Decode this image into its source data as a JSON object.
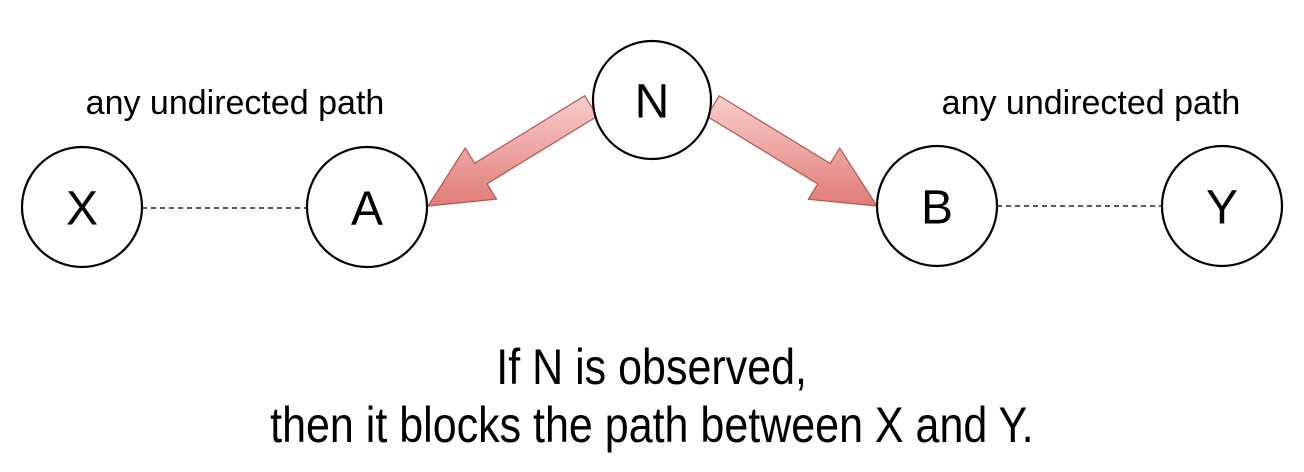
{
  "diagram": {
    "title": "d-separation: observed non-collider blocks path",
    "nodes": [
      {
        "id": "X",
        "label": "X"
      },
      {
        "id": "A",
        "label": "A"
      },
      {
        "id": "N",
        "label": "N"
      },
      {
        "id": "B",
        "label": "B"
      },
      {
        "id": "Y",
        "label": "Y"
      }
    ],
    "edges": [
      {
        "from": "X",
        "to": "A",
        "style": "dashed",
        "label": "any undirected path"
      },
      {
        "from": "N",
        "to": "A",
        "style": "arrow"
      },
      {
        "from": "N",
        "to": "B",
        "style": "arrow"
      },
      {
        "from": "B",
        "to": "Y",
        "style": "dashed",
        "label": "any undirected path"
      }
    ],
    "labels": {
      "left_path": "any undirected path",
      "right_path": "any undirected path"
    },
    "colors": {
      "arrow_fill_top": "#f8cecc",
      "arrow_fill_bottom": "#e07b76",
      "arrow_stroke": "#b85450",
      "node_stroke": "#000000"
    }
  },
  "caption": {
    "line1": "If N is observed,",
    "line2": "then it blocks the path between X and Y."
  }
}
